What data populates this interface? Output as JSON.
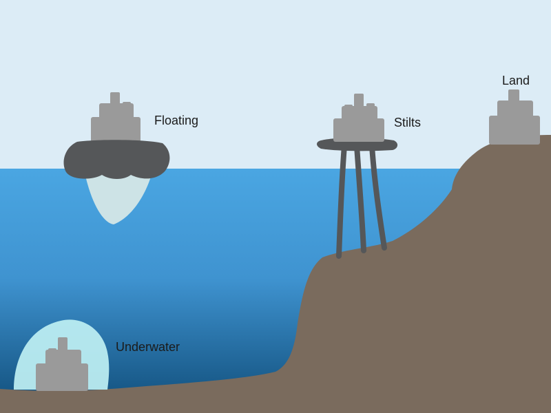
{
  "colors": {
    "sky": "#dcecf6",
    "water_surface": "#4aa6e2",
    "water_deep": "#0f4c78",
    "land": "#7a6b5d",
    "building": "#9a9a9a",
    "platform": "#555759",
    "ice": "#cde3e6",
    "bubble": "#bff0f3"
  },
  "labels": {
    "floating": "Floating",
    "stilts": "Stilts",
    "land": "Land",
    "underwater": "Underwater"
  }
}
